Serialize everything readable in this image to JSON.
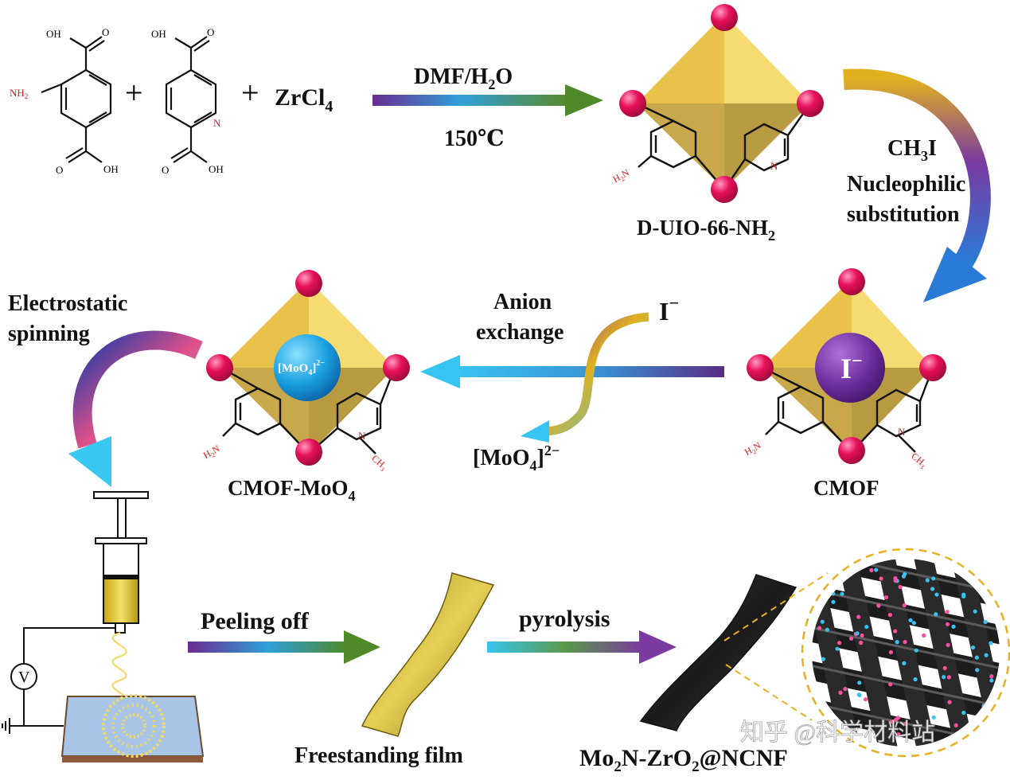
{
  "reactants": {
    "aminoterephthalic": {
      "oh_top": "OH",
      "oh_bottom": "OH",
      "amine": "NH",
      "amine_sub": "2"
    },
    "pyridine_acid": {
      "oh_top": "OH",
      "oh_bottom": "OH",
      "n": "N"
    },
    "plus1": "+",
    "plus2": "+",
    "zrcl": "ZrCl",
    "zrcl_sub": "4"
  },
  "step1": {
    "top": "DMF/H",
    "top_sub": "2",
    "top_end": "O",
    "bottom": "150℃"
  },
  "dUio": {
    "label": "D-UIO-66-NH",
    "label_sub": "2",
    "h2n": "H",
    "h2n_sub": "2",
    "h2n_end": "N",
    "n": "N"
  },
  "step2": {
    "line1_a": "CH",
    "line1_sub": "3",
    "line1_b": "I",
    "line2": "Nucleophilic",
    "line3": "substitution"
  },
  "cmof": {
    "label": "CMOF",
    "ion": "I",
    "ion_sup": "−",
    "h2n": "H",
    "h2n_sub": "2",
    "h2n_end": "N",
    "n": "N",
    "ch3": "CH",
    "ch3_sub": "3"
  },
  "step3": {
    "line1": "Anion",
    "line2": "exchange",
    "in_ion": "I",
    "in_sup": "−",
    "out_ion": "[MoO",
    "out_sub": "4",
    "out_end": "]",
    "out_sup": "2−"
  },
  "cmofMo": {
    "label": "CMOF-MoO",
    "label_sub": "4",
    "ion": "[MoO",
    "ion_sub": "4",
    "ion_end": "]",
    "ion_sup": "2−",
    "h2n": "H",
    "h2n_sub": "2",
    "h2n_end": "N",
    "n": "N",
    "ch3": "CH",
    "ch3_sub": "3"
  },
  "step4": {
    "line1": "Electrostatic",
    "line2": "spinning"
  },
  "step5": {
    "label": "Peeling off"
  },
  "step6": {
    "label": "pyrolysis"
  },
  "film": {
    "label": "Freestanding film"
  },
  "product": {
    "label": "Mo",
    "sub1": "2",
    "mid": "N-ZrO",
    "sub2": "2",
    "end": "@NCNF"
  },
  "watermark": {
    "text": "知乎 @科学材料站"
  },
  "voltmeter": {
    "symbol": "V"
  }
}
